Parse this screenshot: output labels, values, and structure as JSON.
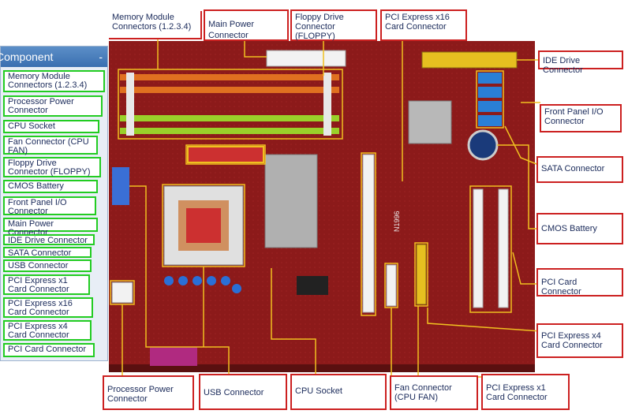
{
  "sidebar": {
    "title": "Component",
    "collapse_glyph": "-",
    "items": [
      {
        "label": "Memory Module Connectors (1.2.3.4)"
      },
      {
        "label": "Processor Power Connector"
      },
      {
        "label": "CPU Socket"
      },
      {
        "label": "Fan Connector (CPU FAN)"
      },
      {
        "label": "Floppy Drive Connector (FLOPPY)"
      },
      {
        "label": "CMOS Battery"
      },
      {
        "label": "Front Panel I/O Connector"
      },
      {
        "label": "Main Power Connector"
      },
      {
        "label": "IDE Drive Connector"
      },
      {
        "label": "SATA Connector"
      },
      {
        "label": "USB Connector"
      },
      {
        "label": "PCI Express x1 Card Connector"
      },
      {
        "label": "PCI Express x16 Card Connector"
      },
      {
        "label": "PCI Express x4 Card Connector"
      },
      {
        "label": "PCI Card Connector"
      }
    ]
  },
  "callouts": {
    "memory": "Memory Module Connectors (1.2.3.4)",
    "main_power": "Main Power Connector",
    "floppy": "Floppy Drive Connector (FLOPPY)",
    "pcie16": "PCI Express x16 Card Connector",
    "ide": "IDE Drive Connector",
    "front_panel": "Front Panel I/O Connector",
    "sata": "SATA Connector",
    "cmos": "CMOS Battery",
    "pci": "PCI Card Connector",
    "pcie4": "PCI Express x4 Card Connector",
    "proc_power": "Processor Power Connector",
    "usb": "USB Connector",
    "cpu_socket": "CPU Socket",
    "fan": "Fan Connector (CPU FAN)",
    "pcie1": "PCI Express x1 Card Connector"
  },
  "board": {
    "model_text": "N1996",
    "colors": {
      "pcb": "#8c1a1a",
      "callout_line": "#f0c020",
      "sidebar_border": "#22cc22",
      "callout_border": "#cc2020"
    }
  }
}
